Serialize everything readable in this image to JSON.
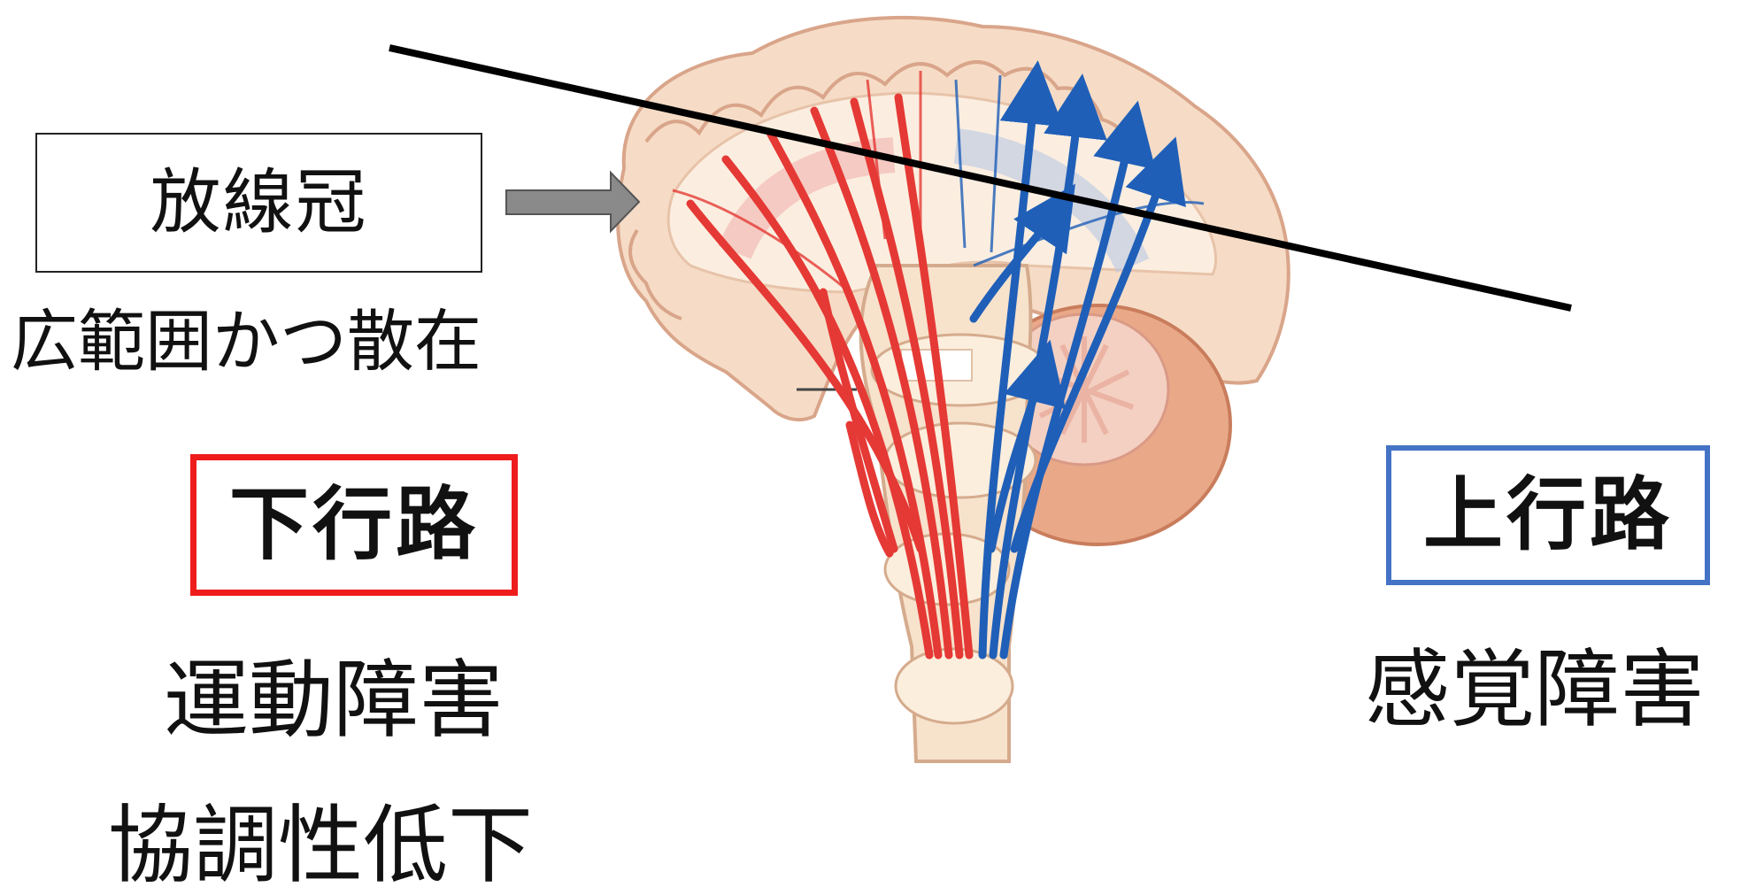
{
  "labels": {
    "corona_radiata": "放線冠",
    "widespread": "広範囲かつ散在",
    "descending": "下行路",
    "ascending": "上行路",
    "motor_disorder": "運動障害",
    "coordination_decline": "協調性低下",
    "sensory_disorder": "感覚障害"
  },
  "colors": {
    "descending_tract": "#e53935",
    "ascending_tract": "#1f5fb8",
    "descending_box_border": "#ee1c1c",
    "ascending_box_border": "#4472c4",
    "arrow": "#8a8a8a",
    "brain_tissue": "#f6dcc6"
  }
}
